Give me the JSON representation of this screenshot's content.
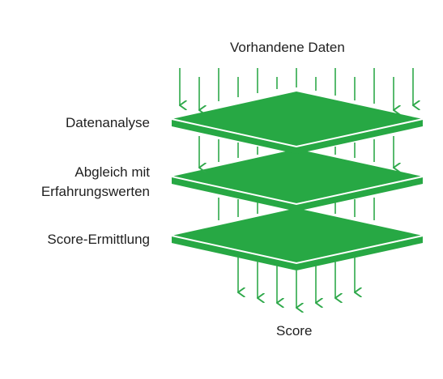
{
  "diagram": {
    "top_label": "Vorhandene Daten",
    "bottom_label": "Score",
    "layers": [
      {
        "label_line1": "Datenanalyse",
        "label_line2": ""
      },
      {
        "label_line1": "Abgleich mit",
        "label_line2": "Erfahrungswerten"
      },
      {
        "label_line1": "Score-Ermittlung",
        "label_line2": ""
      }
    ]
  },
  "colors": {
    "layer_fill": "#27a844",
    "layer_edge": "#ffffff",
    "arrow": "#2ea84a",
    "text": "#1f1f1f"
  }
}
